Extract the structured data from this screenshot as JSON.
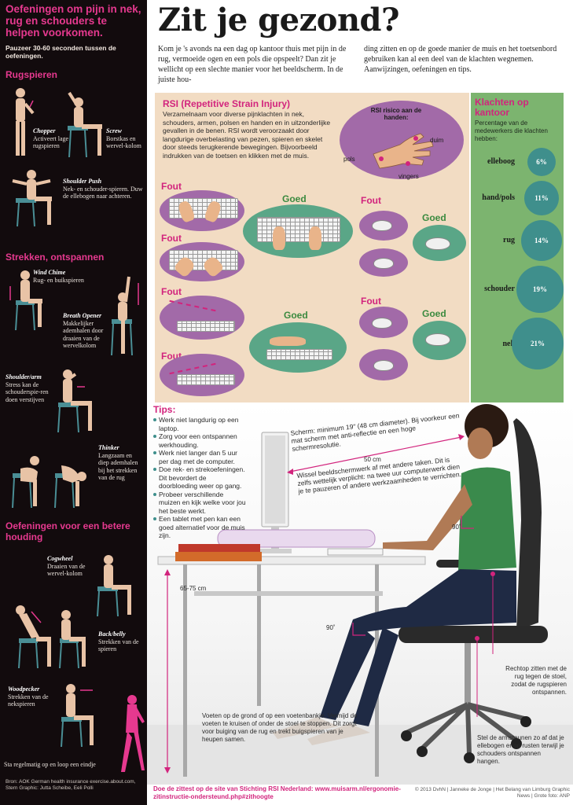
{
  "sidebar": {
    "title": "Oefeningen om pijn in nek, rug en schouders te helpen voorkomen.",
    "pause": "Pauzeer 30-60 seconden tussen de oefeningen.",
    "sections": [
      "Rugspieren",
      "Strekken, ontspannen",
      "Oefeningen voor een betere houding"
    ],
    "exercises": [
      {
        "name": "Chopper",
        "desc": "Activeert lage rugspieren"
      },
      {
        "name": "Screw",
        "desc": "Borstkas en wervel-kolom"
      },
      {
        "name": "Shoulder Push",
        "desc": "Nek- en schouder-spieren. Duw de ellebogen naar achteren."
      },
      {
        "name": "Wind Chime",
        "desc": "Rug- en buikspieren"
      },
      {
        "name": "Breath Opener",
        "desc": "Makkelijker ademhalen door draaien van de wervelkolom"
      },
      {
        "name": "Shoulder/arm",
        "desc": "Stress kan de schouderspie-ren doen verstijven"
      },
      {
        "name": "Thinker",
        "desc": "Langzaam en diep ademhalen bij het strekken van de rug"
      },
      {
        "name": "Cogwheel",
        "desc": "Draaien van de wervel-kolom"
      },
      {
        "name": "Back/belly",
        "desc": "Strekken van de spieren"
      },
      {
        "name": "Woodpecker",
        "desc": "Strekken van de nekspieren"
      }
    ],
    "walk": "Sta regelmatig op en loop een eindje",
    "sources": "Bron: AOK German health insurance exercise.about.com, Stern Graphic: Jutta Scheibe, Eeli Polli",
    "colors": {
      "background": "#120b0d",
      "accent": "#e6398f"
    }
  },
  "main": {
    "title": "Zit je gezond?",
    "intro_left": "Kom je 's avonds na een dag op kantoor thuis met pijn in de rug, vermoeide ogen en een pols die opspeelt? Dan zit je wellicht op een slechte manier voor het beeldscherm. In de juiste hou-",
    "intro_right": "ding zitten en op de goede manier de muis en het toetsenbord gebruiken kan al een deel van de klachten wegnemen. Aanwijzingen, oefeningen en tips."
  },
  "rsi": {
    "title": "RSI (Repetitive Strain Injury)",
    "text": "Verzamelnaam voor diverse pijnklachten in nek, schouders, armen, polsen en handen en in uitzonderlijke gevallen in de benen. RSI wordt veroorzaakt door langdurige overbelasting van pezen, spieren en skelet door steeds terugkerende bewegingen. Bijvoorbeeld indrukken van de toetsen en klikken met de muis.",
    "risk_title": "RSI risico aan de handen:",
    "risk_labels": {
      "pols": "pols",
      "duim": "duim",
      "vingers": "vingers"
    },
    "fout": "Fout",
    "goed": "Goed"
  },
  "klachten": {
    "title": "Klachten op kantoor",
    "subtitle": "Percentage van de medewerkers die klachten hebben:",
    "items": [
      {
        "label": "elleboog",
        "value": "6%"
      },
      {
        "label": "hand/pols",
        "value": "11%"
      },
      {
        "label": "rug",
        "value": "14%"
      },
      {
        "label": "schouder",
        "value": "19%"
      },
      {
        "label": "nek",
        "value": "21%"
      }
    ]
  },
  "tips": {
    "title": "Tips:",
    "items": [
      "Werk niet langdurig op een laptop.",
      "Zorg voor een ontspannen werkhouding.",
      "Werk niet langer dan 5 uur per dag met de computer.",
      "Doe rek- en strekoefeningen. Dit bevordert de doorbloeding weer op gang.",
      "Probeer verschillende muizen en kijk welke voor jou het beste werkt.",
      "Een tablet met pen kan een goed alternatief voor de muis zijn."
    ]
  },
  "scene": {
    "screen_note": "Scherm: minimum 19\" (48 cm diameter). Bij voorkeur een mat scherm met anti-reflectie en een hoge schermresolutie.",
    "distance": "50 cm",
    "break_note": "Wissel beeldschermwerk af met andere taken. Dit is zelfs wettelijk verplicht: na twee uur computerwerk dien je te pauzeren of andere werkzaamheden te verrichten.",
    "angle_90_a": "90˚",
    "angle_90_b": "90˚",
    "desk_height": "65-75 cm",
    "feet_note": "Voeten op de grond of op een voetenbankje. Vermijd de voeten te kruisen of onder de stoel te stoppen. Dit zorgt voor buiging van de rug en trekt buigspieren van je heupen samen.",
    "back_note": "Rechtop zitten met de rug tegen de stoel, zodat de rugspieren ontspannen.",
    "armrest_note": "Stel de armsteunen zo af dat je ellebogen er op rusten terwijl je schouders ontspannen hangen."
  },
  "footer": {
    "link_text": "Doe de zittest op de site van Stichting RSI Nederland: www.muisarm.nl/ergonomie-zitinstructie-ondersteund.php#zithoogte",
    "credits": "© 2013 DvhN | Janneke de Jonge | Het Belang van Limburg Graphic News | Grote foto: ANP"
  }
}
